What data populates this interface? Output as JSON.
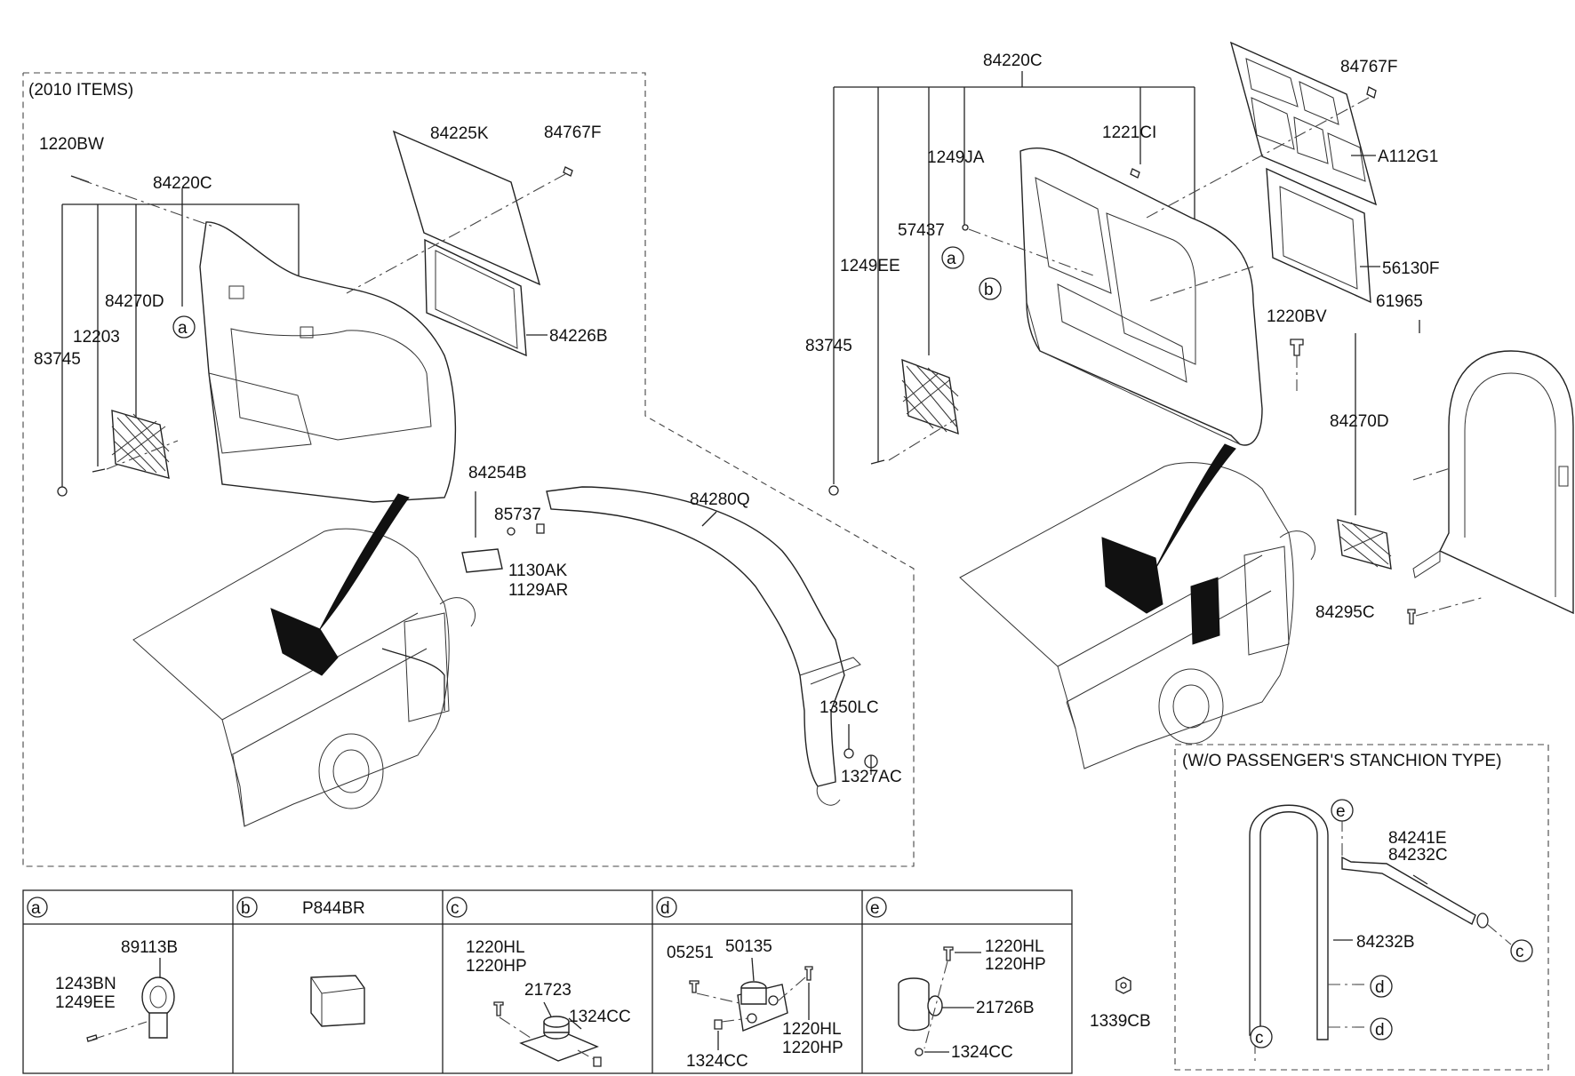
{
  "sections": {
    "left_group": "(2010 ITEMS)",
    "stanchion_group": "(W/O PASSENGER'S STANCHION TYPE)"
  },
  "detail_table": {
    "cells": [
      {
        "marker": "a",
        "title": "",
        "labels": [
          "89113B",
          "1243BN",
          "1249EE"
        ]
      },
      {
        "marker": "b",
        "title": "P844BR",
        "labels": []
      },
      {
        "marker": "c",
        "title": "",
        "labels": [
          "1220HL",
          "1220HP",
          "21723",
          "1324CC"
        ]
      },
      {
        "marker": "d",
        "title": "",
        "labels": [
          "05251",
          "50135",
          "1220HL",
          "1220HP",
          "1324CC"
        ]
      },
      {
        "marker": "e",
        "title": "",
        "labels": [
          "1220HL",
          "1220HP",
          "21726B",
          "1324CC"
        ]
      }
    ]
  },
  "left_labels": [
    "1220BW",
    "84220C",
    "84225K",
    "84767F",
    "84270D",
    "12203",
    "83745",
    "84226B",
    "84254B",
    "85737",
    "1130AK",
    "1129AR",
    "84280Q",
    "1350LC",
    "1327AC"
  ],
  "right_labels": [
    "84220C",
    "84767F",
    "1249JA",
    "1221CI",
    "A112G1",
    "57437",
    "1249EE",
    "56130F",
    "83745",
    "1220BV",
    "61965",
    "84270D",
    "84295C"
  ],
  "stanchion_labels": [
    "84241E",
    "84232C",
    "84232B"
  ],
  "loose_labels": [
    "1339CB"
  ],
  "markers": {
    "a": "a",
    "b": "b",
    "c": "c",
    "d": "d",
    "e": "e"
  }
}
